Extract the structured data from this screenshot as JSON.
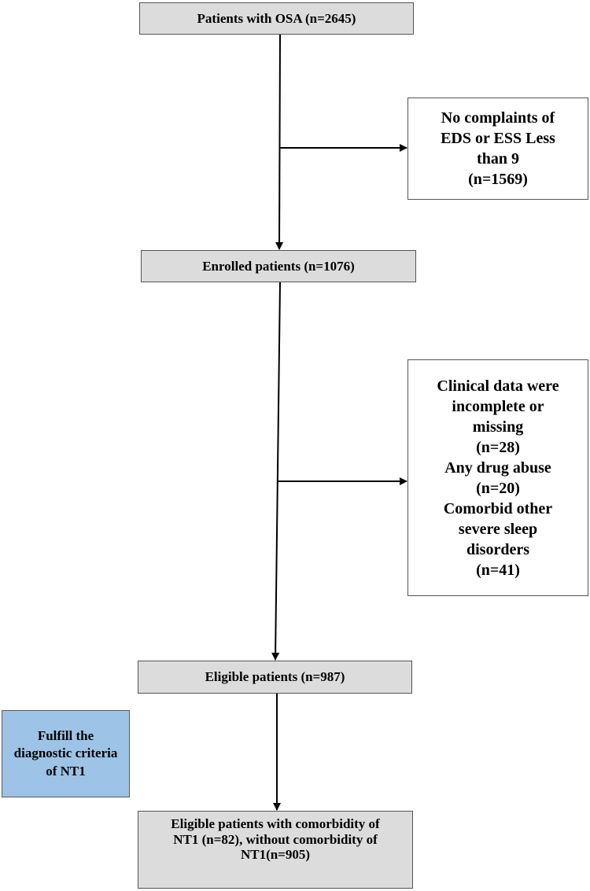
{
  "flow": {
    "osa_box": "Patients with OSA (n=2645)",
    "exclusion_1": {
      "lines": [
        "No complaints of",
        "EDS or ESS Less",
        "than 9",
        "(n=1569)"
      ]
    },
    "enrolled_box": "Enrolled patients (n=1076)",
    "exclusion_2": {
      "lines": [
        "Clinical data were",
        "incomplete or",
        "missing",
        "(n=28)",
        "Any drug abuse",
        "(n=20)",
        "Comorbid other",
        "severe sleep",
        "disorders",
        "(n=41)"
      ]
    },
    "eligible_box": "Eligible patients (n=987)",
    "nt1_box": {
      "lines": [
        "Fulfill the",
        "diagnostic criteria",
        "of NT1"
      ]
    },
    "final_box": {
      "lines": [
        "Eligible patients with comorbidity of",
        "NT1 (n=82), without comorbidity of",
        "NT1(n=905)"
      ]
    }
  },
  "colors": {
    "gray_box": "#dcdcdc",
    "blue_box": "#9dc3e6",
    "line": "#000000"
  }
}
